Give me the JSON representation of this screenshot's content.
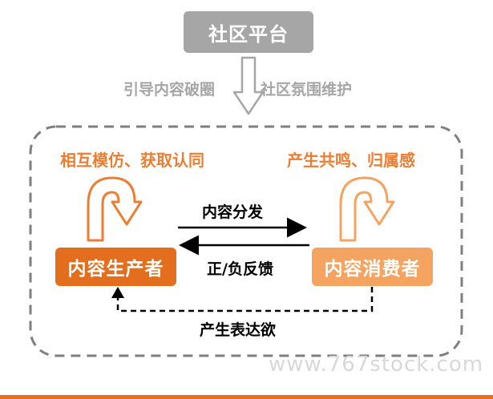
{
  "platform": {
    "label": "社区平台"
  },
  "flow_labels": {
    "left": "引导内容破圈",
    "right": "社区氛围维护"
  },
  "loop_texts": {
    "producer": "相互模仿、获取认同",
    "consumer": "产生共鸣、归属感"
  },
  "nodes": {
    "producer": "内容生产者",
    "consumer": "内容消费者"
  },
  "arrows": {
    "distribute": "内容分发",
    "feedback": "正/负反馈",
    "desire": "产生表达欲"
  },
  "watermark": "www.767stock.com",
  "colors": {
    "gray": "#a6a6a6",
    "dark_orange": "#e36f1e",
    "light_orange": "#f4a460",
    "text_orange": "#ed7d31"
  }
}
